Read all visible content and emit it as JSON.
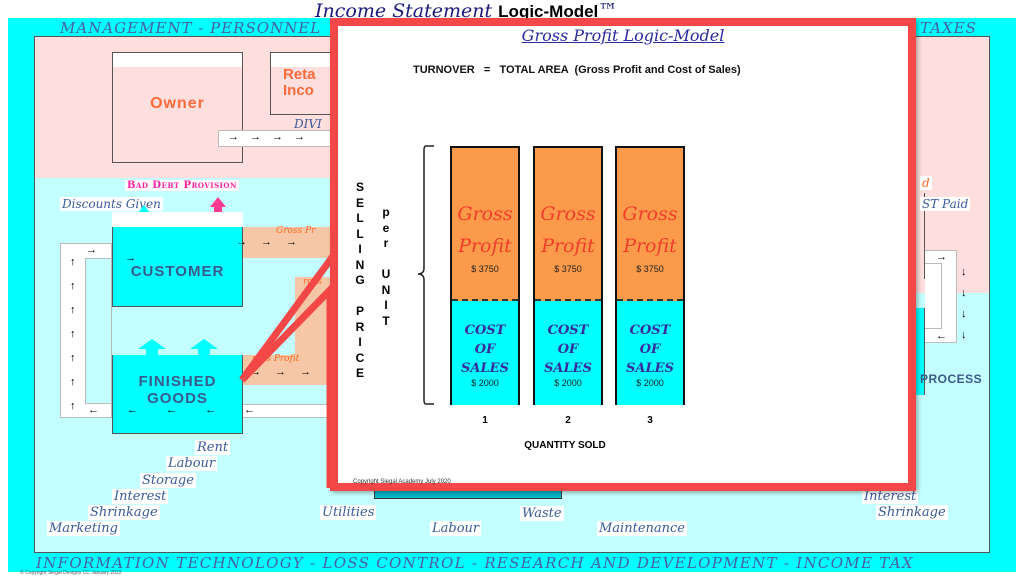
{
  "title": {
    "text": "Income Statement",
    "brand": "Logic-Model",
    "tm": "™"
  },
  "bands": {
    "top_left": "MANAGEMENT  -  PERSONNEL",
    "top_right": "TAXES",
    "bottom": "INFORMATION TECHNOLOGY  -  LOSS CONTROL  -  RESEARCH AND DEVELOPMENT  -  INCOME TAX"
  },
  "boxes": {
    "owner": "Owner",
    "retained": "Reta\nInco",
    "customer": "CUSTOMER",
    "finished_goods": "FINISHED\nGOODS",
    "process": "PROCESS"
  },
  "flows": {
    "dividends": "DIVI",
    "bad_debt": "Bad Debt Provision",
    "discounts": "Discounts Given",
    "gross_profit_1": "Gross Pr",
    "gross_profit_2": "ross Profit",
    "gross_profit_3": "ross",
    "right_paid": "ST Paid",
    "right_orange": "d"
  },
  "expenses_left": [
    "Rent",
    "Labour",
    "Storage",
    "Interest",
    "Shrinkage",
    "Marketing"
  ],
  "expenses_middle": [
    "Utilities",
    "Labour",
    "Waste",
    "Maintenance"
  ],
  "expenses_right": [
    "Interest",
    "Shrinkage"
  ],
  "arrows": {
    "right": "→",
    "left": "←",
    "up": "↑",
    "down": "↓"
  },
  "copyright": "©   Copyright Siegal Designs CC January 2022",
  "popup": {
    "title": "Gross Profit Logic-Model",
    "equation": "TURNOVER   =   TOTAL AREA  (Gross Profit and Cost of Sales)",
    "y_label": [
      "S",
      "E",
      "L",
      "L",
      "I",
      "N",
      "G",
      "",
      "P",
      "R",
      "I",
      "C",
      "E"
    ],
    "y_label2": [
      "p",
      "e",
      "r",
      "",
      "U",
      "N",
      "I",
      "T"
    ],
    "bars": [
      {
        "qty": "1",
        "gp_label1": "Gross",
        "gp_label2": "Profit",
        "gp_value": "$ 3750",
        "cs_label1": "COST",
        "cs_label2": "OF",
        "cs_label3": "SALES",
        "cs_value": "$ 2000"
      },
      {
        "qty": "2",
        "gp_label1": "Gross",
        "gp_label2": "Profit",
        "gp_value": "$ 3750",
        "cs_label1": "COST",
        "cs_label2": "OF",
        "cs_label3": "SALES",
        "cs_value": "$ 2000"
      },
      {
        "qty": "3",
        "gp_label1": "Gross",
        "gp_label2": "Profit",
        "gp_value": "$ 3750",
        "cs_label1": "COST",
        "cs_label2": "OF",
        "cs_label3": "SALES",
        "cs_value": "$ 2000"
      }
    ],
    "x_label": "QUANTITY SOLD",
    "copyright": "Copyright Siegal Academy July 2020"
  },
  "colors": {
    "frame": "#00ffff",
    "panel": "#c4ffff",
    "pink": "#ffdede",
    "highlight": "#f44747",
    "orange": "#fb9a4a"
  }
}
